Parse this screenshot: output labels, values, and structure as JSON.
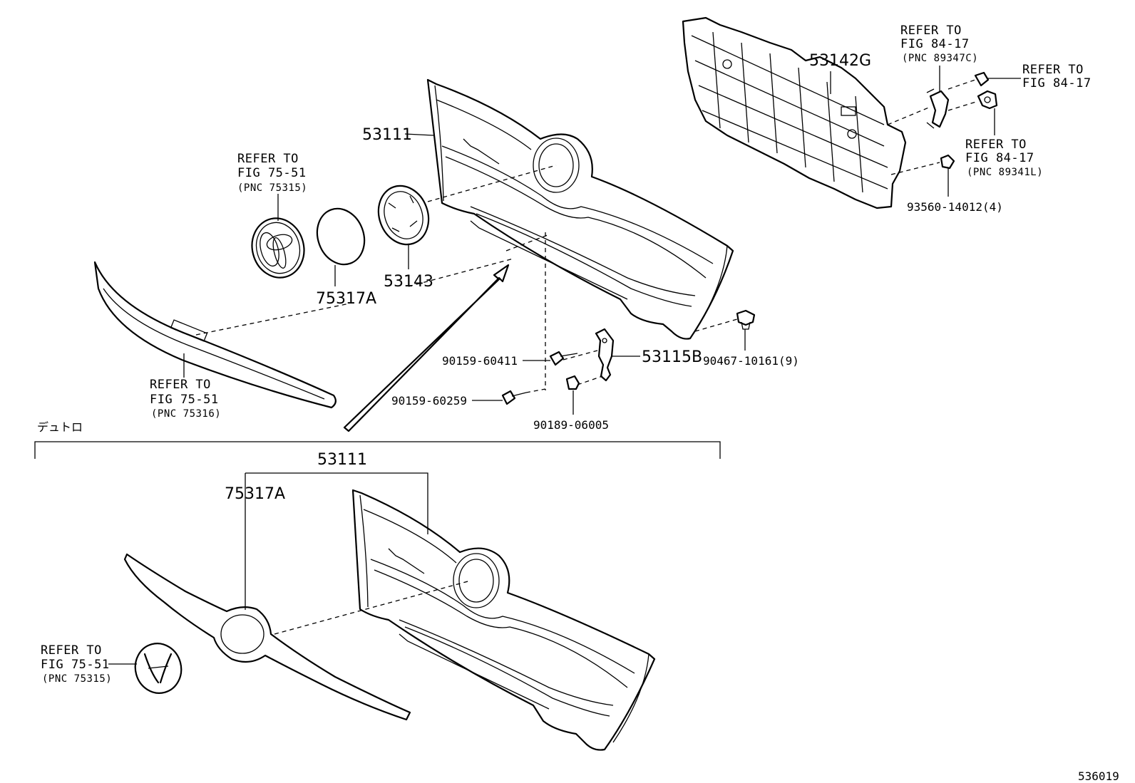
{
  "labels": {
    "grille_top": "53111",
    "grille_bottom": "53111",
    "retainer": "53142G",
    "emblem_base": "53143",
    "plate_top": "75317A",
    "plate_bottom": "75317A",
    "bracket": "53115B",
    "bolt_1": "90159-60411",
    "bolt_2": "90159-60259",
    "clip_1": "90467-10161(9)",
    "clip_2": "93560-14012(4)",
    "nut": "90189-06005",
    "variant": "デュトロ",
    "figure_no": "536019"
  },
  "refs": {
    "ref_emblem_top": {
      "line1": "REFER TO",
      "line2": "FIG 75-51",
      "line3": "(PNC 75315)"
    },
    "ref_moulding": {
      "line1": "REFER TO",
      "line2": "FIG 75-51",
      "line3": "(PNC 75316)"
    },
    "ref_emblem_bottom": {
      "line1": "REFER TO",
      "line2": "FIG 75-51",
      "line3": "(PNC 75315)"
    },
    "ref_sensor_a": {
      "line1": "REFER TO",
      "line2": "FIG 84-17",
      "line3": "(PNC 89347C)"
    },
    "ref_sensor_b": {
      "line1": "REFER TO",
      "line2": "FIG 84-17"
    },
    "ref_sensor_c": {
      "line1": "REFER TO",
      "line2": "FIG 84-17",
      "line3": "(PNC 89341L)"
    }
  }
}
